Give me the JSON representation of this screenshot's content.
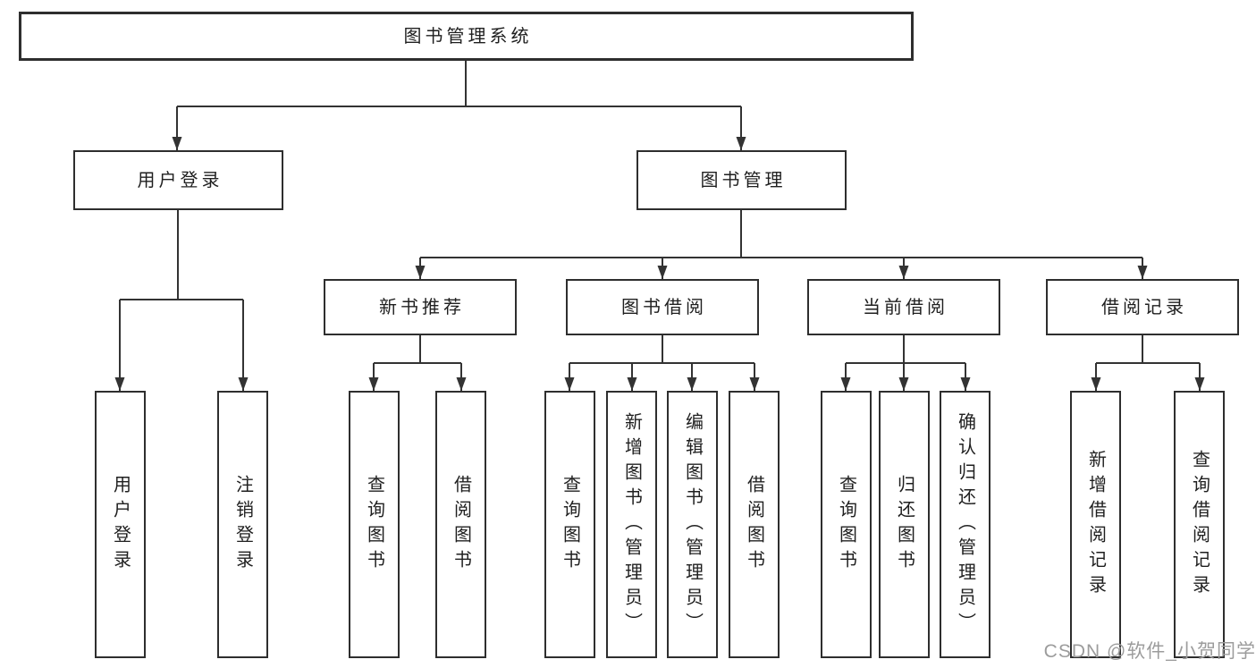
{
  "diagram": {
    "root": {
      "label": "图书管理系统"
    },
    "login": {
      "label": "用户登录",
      "children": [
        {
          "label": "用户登录"
        },
        {
          "label": "注销登录"
        }
      ]
    },
    "mgmt": {
      "label": "图书管理",
      "sections": [
        {
          "label": "新书推荐",
          "children": [
            {
              "label": "查询图书"
            },
            {
              "label": "借阅图书"
            }
          ]
        },
        {
          "label": "图书借阅",
          "children": [
            {
              "label": "查询图书"
            },
            {
              "label": "新增图书（管理员）"
            },
            {
              "label": "编辑图书（管理员）"
            },
            {
              "label": "借阅图书"
            }
          ]
        },
        {
          "label": "当前借阅",
          "children": [
            {
              "label": "查询图书"
            },
            {
              "label": "归还图书"
            },
            {
              "label": "确认归还（管理员）"
            }
          ]
        },
        {
          "label": "借阅记录",
          "children": [
            {
              "label": "新增借阅记录"
            },
            {
              "label": "查询借阅记录"
            }
          ]
        }
      ]
    }
  },
  "watermark": {
    "text": "CSDN @软件_小贺同学"
  },
  "colors": {
    "line": "#333333",
    "box_border": "#2e2e2e",
    "background": "#ffffff",
    "text": "#1f1f1f",
    "watermark": "#9c9c9c"
  }
}
